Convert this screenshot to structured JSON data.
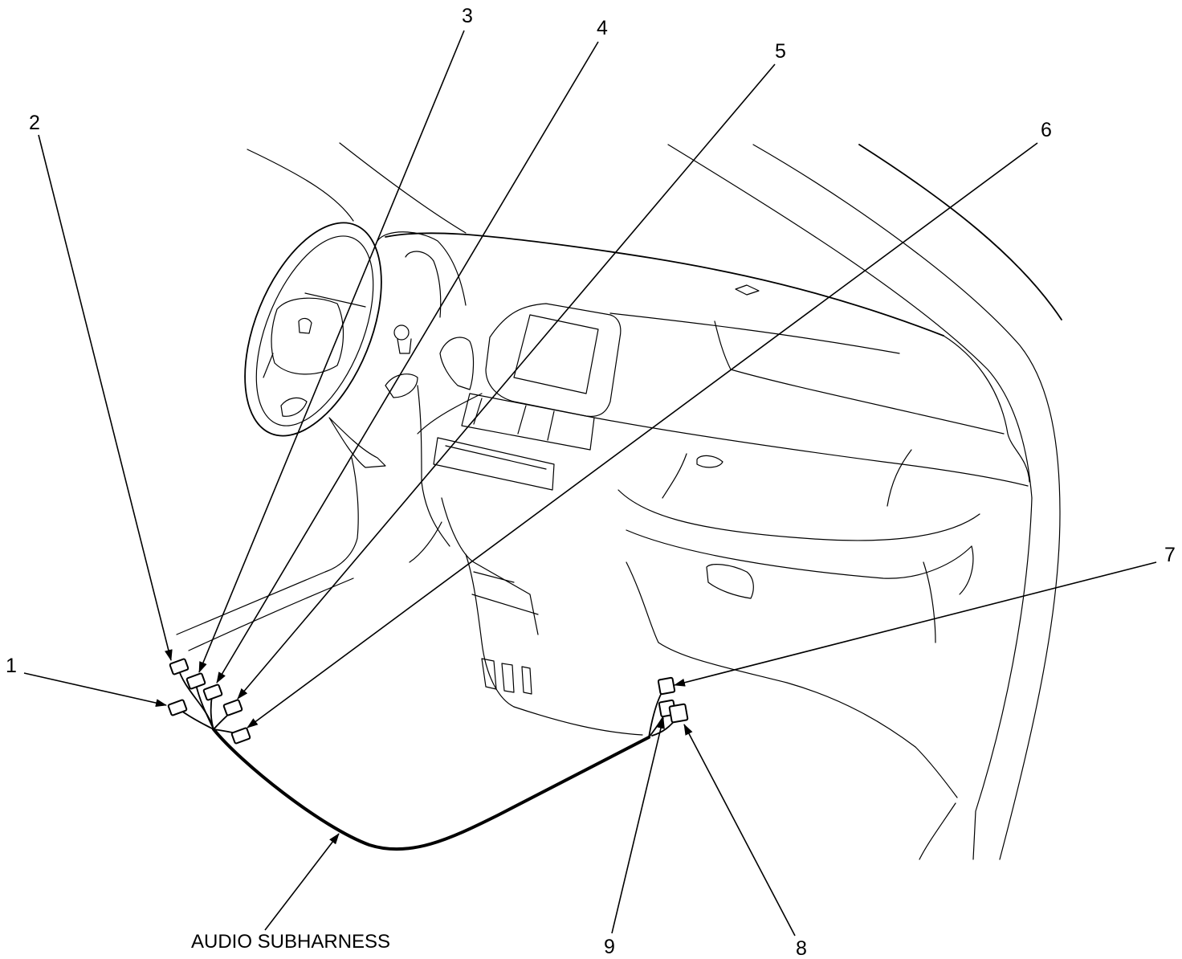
{
  "callouts": [
    "1",
    "2",
    "3",
    "4",
    "5",
    "6",
    "7",
    "8",
    "9"
  ],
  "harness_label": "AUDIO SUBHARNESS",
  "colors": {
    "line": "#000000",
    "background": "#ffffff"
  }
}
